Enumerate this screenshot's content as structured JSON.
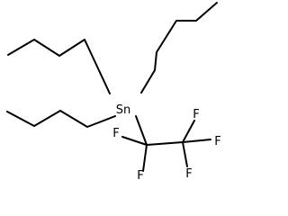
{
  "molecule": {
    "atoms": {
      "tin": "Sn",
      "f1": "F",
      "f2": "F",
      "f3": "F",
      "f4": "F",
      "f5": "F"
    }
  }
}
